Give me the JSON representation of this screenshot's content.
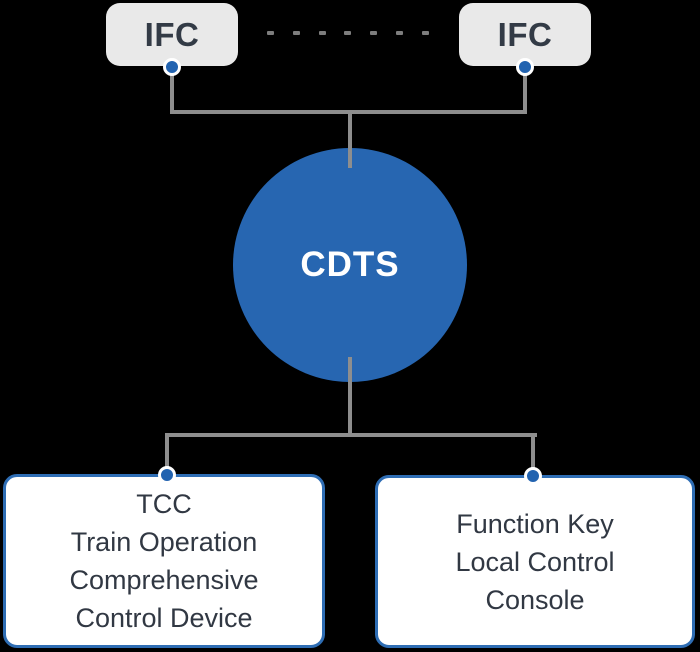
{
  "diagram": {
    "top_nodes": [
      {
        "label": "IFC"
      },
      {
        "label": "IFC"
      }
    ],
    "center_node": {
      "label": "CDTS"
    },
    "bottom_nodes": [
      {
        "lines": [
          "TCC",
          "Train Operation",
          "Comprehensive",
          "Control Device"
        ]
      },
      {
        "lines": [
          "Function Key",
          "Local Control",
          "Console"
        ]
      }
    ],
    "colors": {
      "background": "#000000",
      "circle_blue": "#2766b1",
      "dot_blue": "#2263b0",
      "box_border_blue": "#2e6db4",
      "ifc_box_gray": "#e9e9e9",
      "line_gray": "#8e8e8e",
      "dash_gray": "#7d7d7d",
      "dark_text": "#313843",
      "circle_text": "#ffffff"
    }
  }
}
